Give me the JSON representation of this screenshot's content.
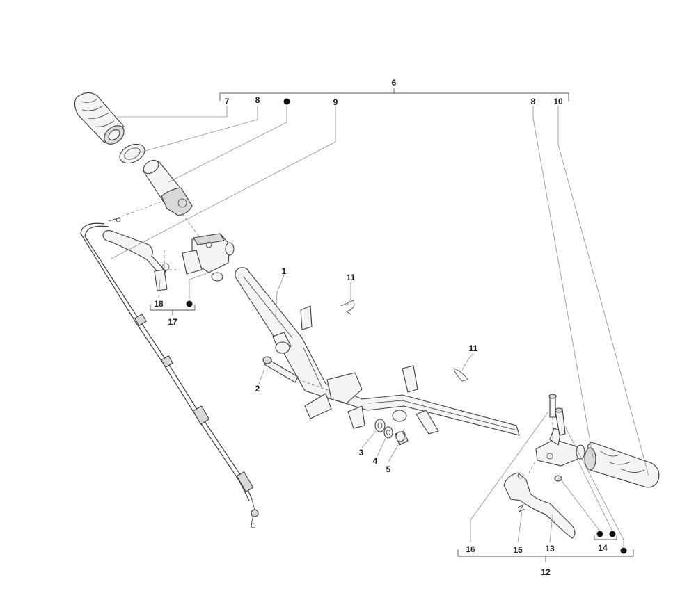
{
  "labels": {
    "l1": "1",
    "l2": "2",
    "l3": "3",
    "l4": "4",
    "l5": "5",
    "l6": "6",
    "l7": "7",
    "l8a": "8",
    "l8b": "8",
    "l9": "9",
    "l10": "10",
    "l11a": "11",
    "l11b": "11",
    "l12": "12",
    "l13": "13",
    "l14": "14",
    "l15": "15",
    "l16": "16",
    "l17": "17",
    "l18": "18"
  }
}
